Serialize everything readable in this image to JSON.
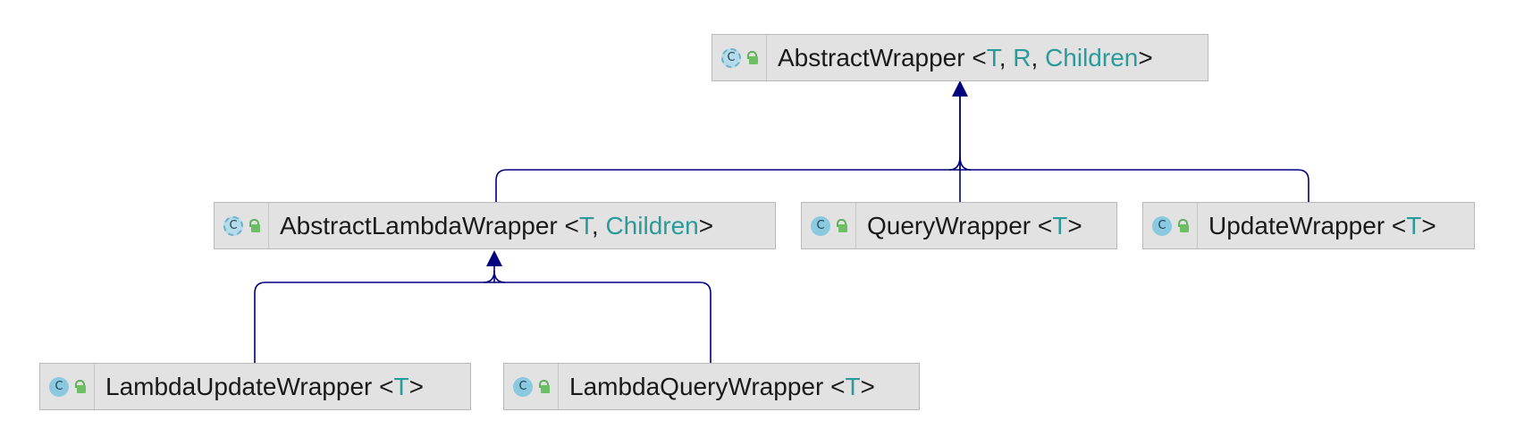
{
  "nodes": {
    "abstract_wrapper": {
      "name": "AbstractWrapper",
      "params": [
        "T",
        "R",
        "Children"
      ],
      "kind": "abstract"
    },
    "abstract_lambda_wrapper": {
      "name": "AbstractLambdaWrapper",
      "params": [
        "T",
        "Children"
      ],
      "kind": "abstract"
    },
    "query_wrapper": {
      "name": "QueryWrapper",
      "params": [
        "T"
      ],
      "kind": "class"
    },
    "update_wrapper": {
      "name": "UpdateWrapper",
      "params": [
        "T"
      ],
      "kind": "class"
    },
    "lambda_update_wrapper": {
      "name": "LambdaUpdateWrapper",
      "params": [
        "T"
      ],
      "kind": "class"
    },
    "lambda_query_wrapper": {
      "name": "LambdaQueryWrapper",
      "params": [
        "T"
      ],
      "kind": "class"
    }
  },
  "edges": [
    {
      "from": "abstract_lambda_wrapper",
      "to": "abstract_wrapper",
      "type": "extends"
    },
    {
      "from": "query_wrapper",
      "to": "abstract_wrapper",
      "type": "extends"
    },
    {
      "from": "update_wrapper",
      "to": "abstract_wrapper",
      "type": "extends"
    },
    {
      "from": "lambda_update_wrapper",
      "to": "abstract_lambda_wrapper",
      "type": "extends"
    },
    {
      "from": "lambda_query_wrapper",
      "to": "abstract_lambda_wrapper",
      "type": "extends"
    }
  ],
  "icon_glyph": "C",
  "colors": {
    "edge": "#00007f",
    "type_param": "#2b9a9a",
    "node_bg": "#e2e2e2"
  }
}
